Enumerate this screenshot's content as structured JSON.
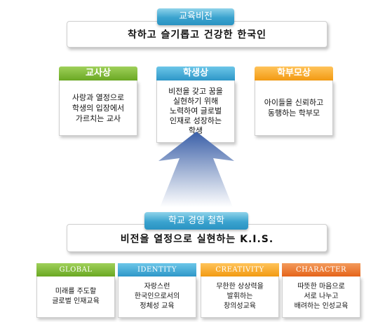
{
  "vision": {
    "tab_label": "교육비전",
    "statement": "착하고 슬기롭고 건강한 한국인"
  },
  "profiles": [
    {
      "title": "교사상",
      "text": "사랑과 열정으로\n학생의 입장에서\n가르치는 교사",
      "color": "#7cb83a"
    },
    {
      "title": "학생상",
      "text": "비전을 갖고 꿈을\n실현하기 위해\n노력하여 글로벌\n인재로 성장하는\n학생",
      "color": "#3aa3cf"
    },
    {
      "title": "학부모상",
      "text": "아이들을 신뢰하고\n동행하는 학부모",
      "color": "#f5a623"
    }
  ],
  "philosophy": {
    "tab_label": "학교 경영 철학",
    "statement": "비전을 열정으로 실현하는 K.I.S."
  },
  "pillars": [
    {
      "title": "GLOBAL",
      "text": "미래를 주도할\n글로벌 인재교육",
      "color": "#7cb83a"
    },
    {
      "title": "IDENTITY",
      "text": "자랑스런\n한국인으로서의\n정체성 교육",
      "color": "#3aa3cf"
    },
    {
      "title": "CREATIVITY",
      "text": "무한한 상상력을\n발휘하는\n창의성교육",
      "color": "#f5a623"
    },
    {
      "title": "CHARACTER",
      "text": "따뜻한 마음으로\n서로 나누고\n배려하는 인성교육",
      "color": "#e8702a"
    }
  ]
}
